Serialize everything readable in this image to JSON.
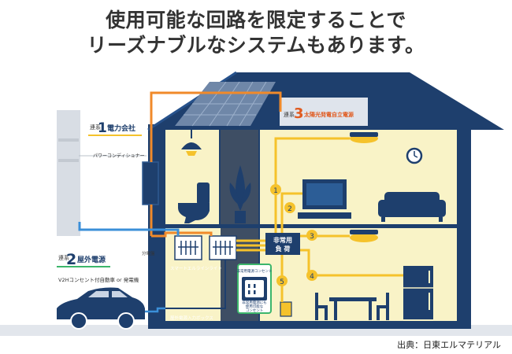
{
  "headline": {
    "line1": "使用可能な回路を限定することで",
    "line2": "リーズナブルなシステムもあります。"
  },
  "labels": {
    "utility_num": "1",
    "utility_prefix": "連系",
    "utility_label": "電力会社",
    "pcs_label": "パワーコンディショナー",
    "outdoor_num": "2",
    "outdoor_prefix": "連系",
    "outdoor_label": "屋外電源",
    "outdoor_sub": "V2Hコンセント付自動車 or 発電機",
    "solar_num": "3",
    "solar_prefix": "連系",
    "solar_label": "太陽光発電自立電源",
    "panel_label": "分電盤",
    "smart_line_label": "スマートエルラインライト",
    "outdoor_box_label": "屋外電源入力ボックス",
    "emergency_load_line1": "非常用",
    "emergency_load_line2": "負 荷",
    "outlet_box_top": "非常用電源コンセント",
    "outlet_box_bottom1": "非常用電源にも",
    "outlet_box_bottom2": "使用可能な",
    "outlet_box_bottom3": "コンセント",
    "circuit_1": "1",
    "circuit_2": "2",
    "circuit_3": "3",
    "circuit_4": "4",
    "circuit_5": "5"
  },
  "credit": "出典：日東エルマテリアル",
  "colors": {
    "house_dark": "#1e3f6d",
    "wall": "#f9f3c7",
    "ground": "#e2e6ec",
    "orange_line": "#f08a2a",
    "yellow_line": "#f5c22b",
    "blue_line": "#3b8fd8",
    "car": "#1e3f6d"
  }
}
